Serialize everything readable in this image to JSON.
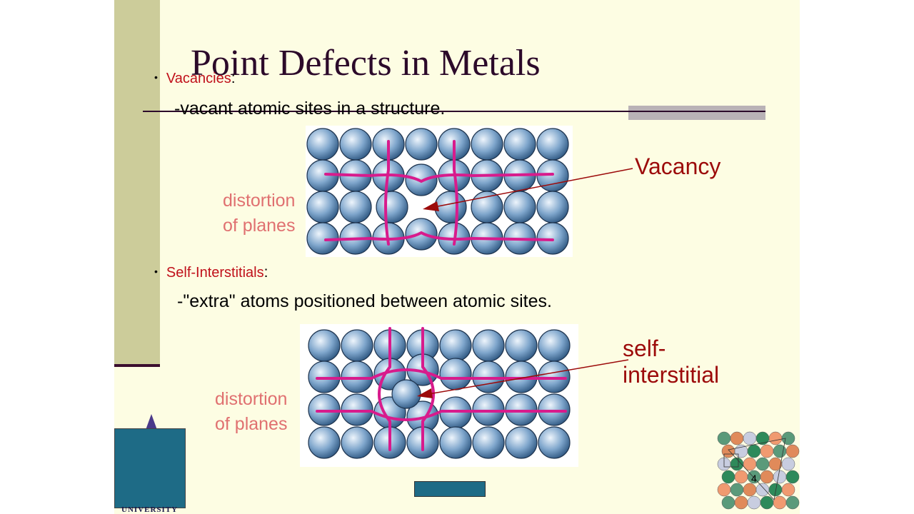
{
  "slide": {
    "title": "Point Defects in Metals",
    "page_number": "4",
    "logo_text": "UNIVERSITY"
  },
  "vacancies": {
    "bullet_label": "Vacancies",
    "colon": ":",
    "description": "-vacant atomic sites in a structure.",
    "distortion_line1": "distortion",
    "distortion_line2": "of planes",
    "callout": "Vacancy"
  },
  "interstitials": {
    "bullet_label": "Self-Interstitials",
    "colon": ":",
    "description": "-\"extra\" atoms positioned between atomic sites.",
    "distortion_line1": "distortion",
    "distortion_line2": "of planes",
    "callout_line1": "self-",
    "callout_line2": "interstitial"
  },
  "colors": {
    "slide_background": "#fdfde3",
    "accent_bar": "#cccc9a",
    "title": "#2c0a2a",
    "bullet_label": "#c0101a",
    "distortion_label": "#e07070",
    "callout": "#9c0a0a",
    "plane_lines": "#d81b8c",
    "atom": "#7fa6cc"
  }
}
